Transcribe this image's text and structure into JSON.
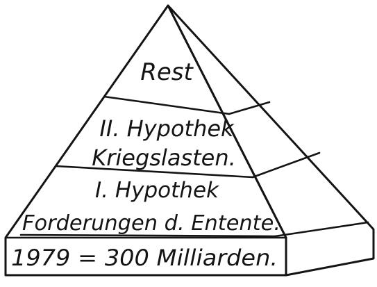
{
  "pyramid": {
    "layers": [
      {
        "id": "rest",
        "lines": [
          "Rest"
        ]
      },
      {
        "id": "second-mortgage",
        "lines": [
          "II. Hypothek",
          "Kriegslasten."
        ]
      },
      {
        "id": "first-mortgage",
        "lines": [
          "I. Hypothek",
          "Forderungen d. Entente."
        ]
      },
      {
        "id": "base",
        "lines": [
          "1979 = 300 Milliarden."
        ]
      }
    ]
  },
  "colors": {
    "ink": "#141414",
    "paper": "#ffffff"
  }
}
